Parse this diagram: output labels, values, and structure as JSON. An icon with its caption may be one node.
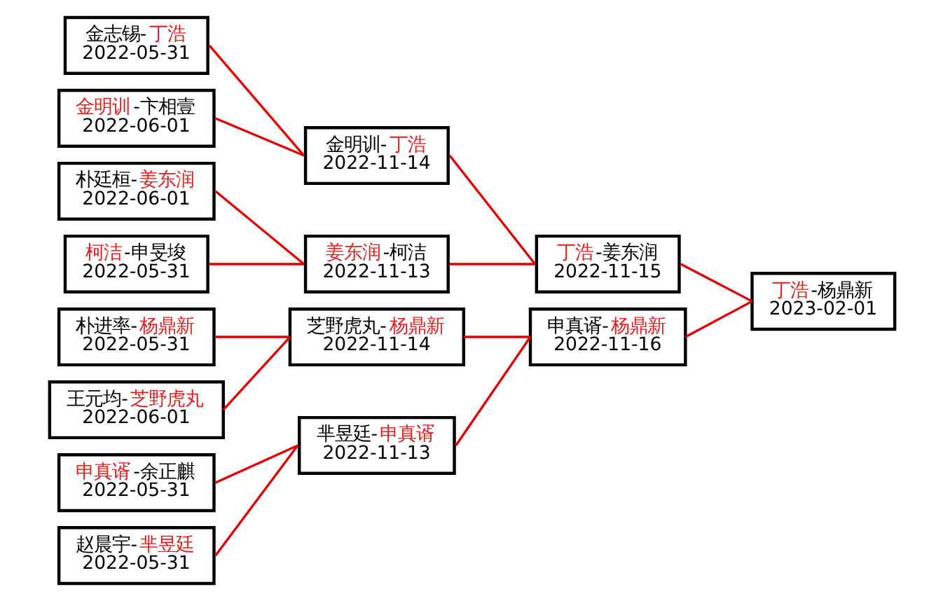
{
  "diagram": {
    "nodes": [
      {
        "text": [
          "金志锡-丁浩",
          "2022-05-31"
        ]
      },
      {
        "text": [
          "金明训-卞相壹",
          "2022-06-01"
        ]
      },
      {
        "text": [
          "朴廷桓-姜东润",
          "2022-06-01"
        ]
      },
      {
        "text": [
          "柯洁-申旻埈",
          "2022-05-31"
        ]
      },
      {
        "text": [
          "朴进率-杨鼎新",
          "2022-05-31"
        ]
      },
      {
        "text": [
          "王元均-芝野虎丸",
          "2022-06-01"
        ]
      },
      {
        "text": [
          "申真谞-余正麒",
          "2022-05-31"
        ]
      },
      {
        "text": [
          "赵晨宇-芈昱廷",
          "2022-05-31"
        ]
      },
      {
        "text": [
          "金明训-丁浩",
          "2022-11-14"
        ]
      },
      {
        "text": [
          "姜东润-柯洁",
          "2022-11-13"
        ]
      },
      {
        "text": [
          "芝野虎丸-杨鼎新",
          "2022-11-14"
        ]
      },
      {
        "text": [
          "芈昱廷-申真谞",
          "2022-11-13"
        ]
      },
      {
        "text": [
          "丁浩-姜东润",
          "2022-11-15"
        ]
      },
      {
        "text": [
          "申真谞-杨鼎新",
          "2022-11-16"
        ]
      },
      {
        "text": [
          "丁浩-杨鼎新",
          "2023-02-01"
        ]
      }
    ],
    "edges": [
      {
        "from": 0,
        "to": 8,
        "arrow": "none"
      },
      {
        "from": 1,
        "to": 8,
        "arrow": "none"
      },
      {
        "from": 2,
        "to": 9,
        "arrow": "none"
      },
      {
        "from": 3,
        "to": 9,
        "arrow": "none"
      },
      {
        "from": 4,
        "to": 10,
        "arrow": "none"
      },
      {
        "from": 5,
        "to": 10,
        "arrow": "none"
      },
      {
        "from": 6,
        "to": 11,
        "arrow": "none"
      },
      {
        "from": 7,
        "to": 11,
        "arrow": "none"
      },
      {
        "from": 8,
        "to": 12,
        "arrow": "none"
      },
      {
        "from": 9,
        "to": 12,
        "arrow": "none"
      },
      {
        "from": 10,
        "to": 13,
        "arrow": "none"
      },
      {
        "from": 11,
        "to": 13,
        "arrow": "none"
      },
      {
        "from": 12,
        "to": 14,
        "arrow": "none"
      },
      {
        "from": 13,
        "to": 14,
        "arrow": "none"
      }
    ]
  }
}
